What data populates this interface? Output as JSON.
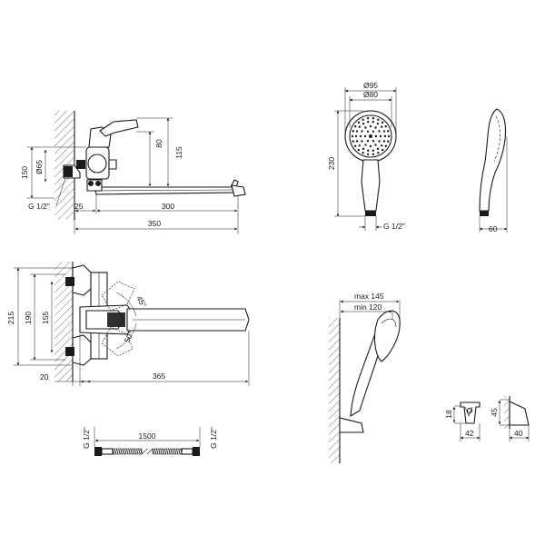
{
  "faucet_side": {
    "dims": {
      "h150": "150",
      "h115": "115",
      "h80": "80",
      "d65": "Ø65",
      "thread": "G 1/2\"",
      "w25": "25",
      "w300": "300",
      "w350": "350"
    }
  },
  "faucet_top": {
    "dims": {
      "h215": "215",
      "h190": "190",
      "h155": "155",
      "angle45": "45°",
      "angle50": "50°",
      "w20": "20",
      "w365": "365"
    }
  },
  "shower_head": {
    "dims": {
      "d95": "Ø95",
      "d80": "Ø80",
      "h230": "230",
      "thread": "G 1/2\"",
      "w60": "60"
    }
  },
  "holder": {
    "dims": {
      "max145": "max 145",
      "min120": "min 120"
    }
  },
  "bracket": {
    "dims": {
      "h18": "18",
      "w42": "42",
      "h45": "45",
      "w40": "40"
    }
  },
  "hose": {
    "dims": {
      "length": "1500",
      "thread_left": "G 1/2\"",
      "thread_right": "G 1/2\""
    }
  }
}
